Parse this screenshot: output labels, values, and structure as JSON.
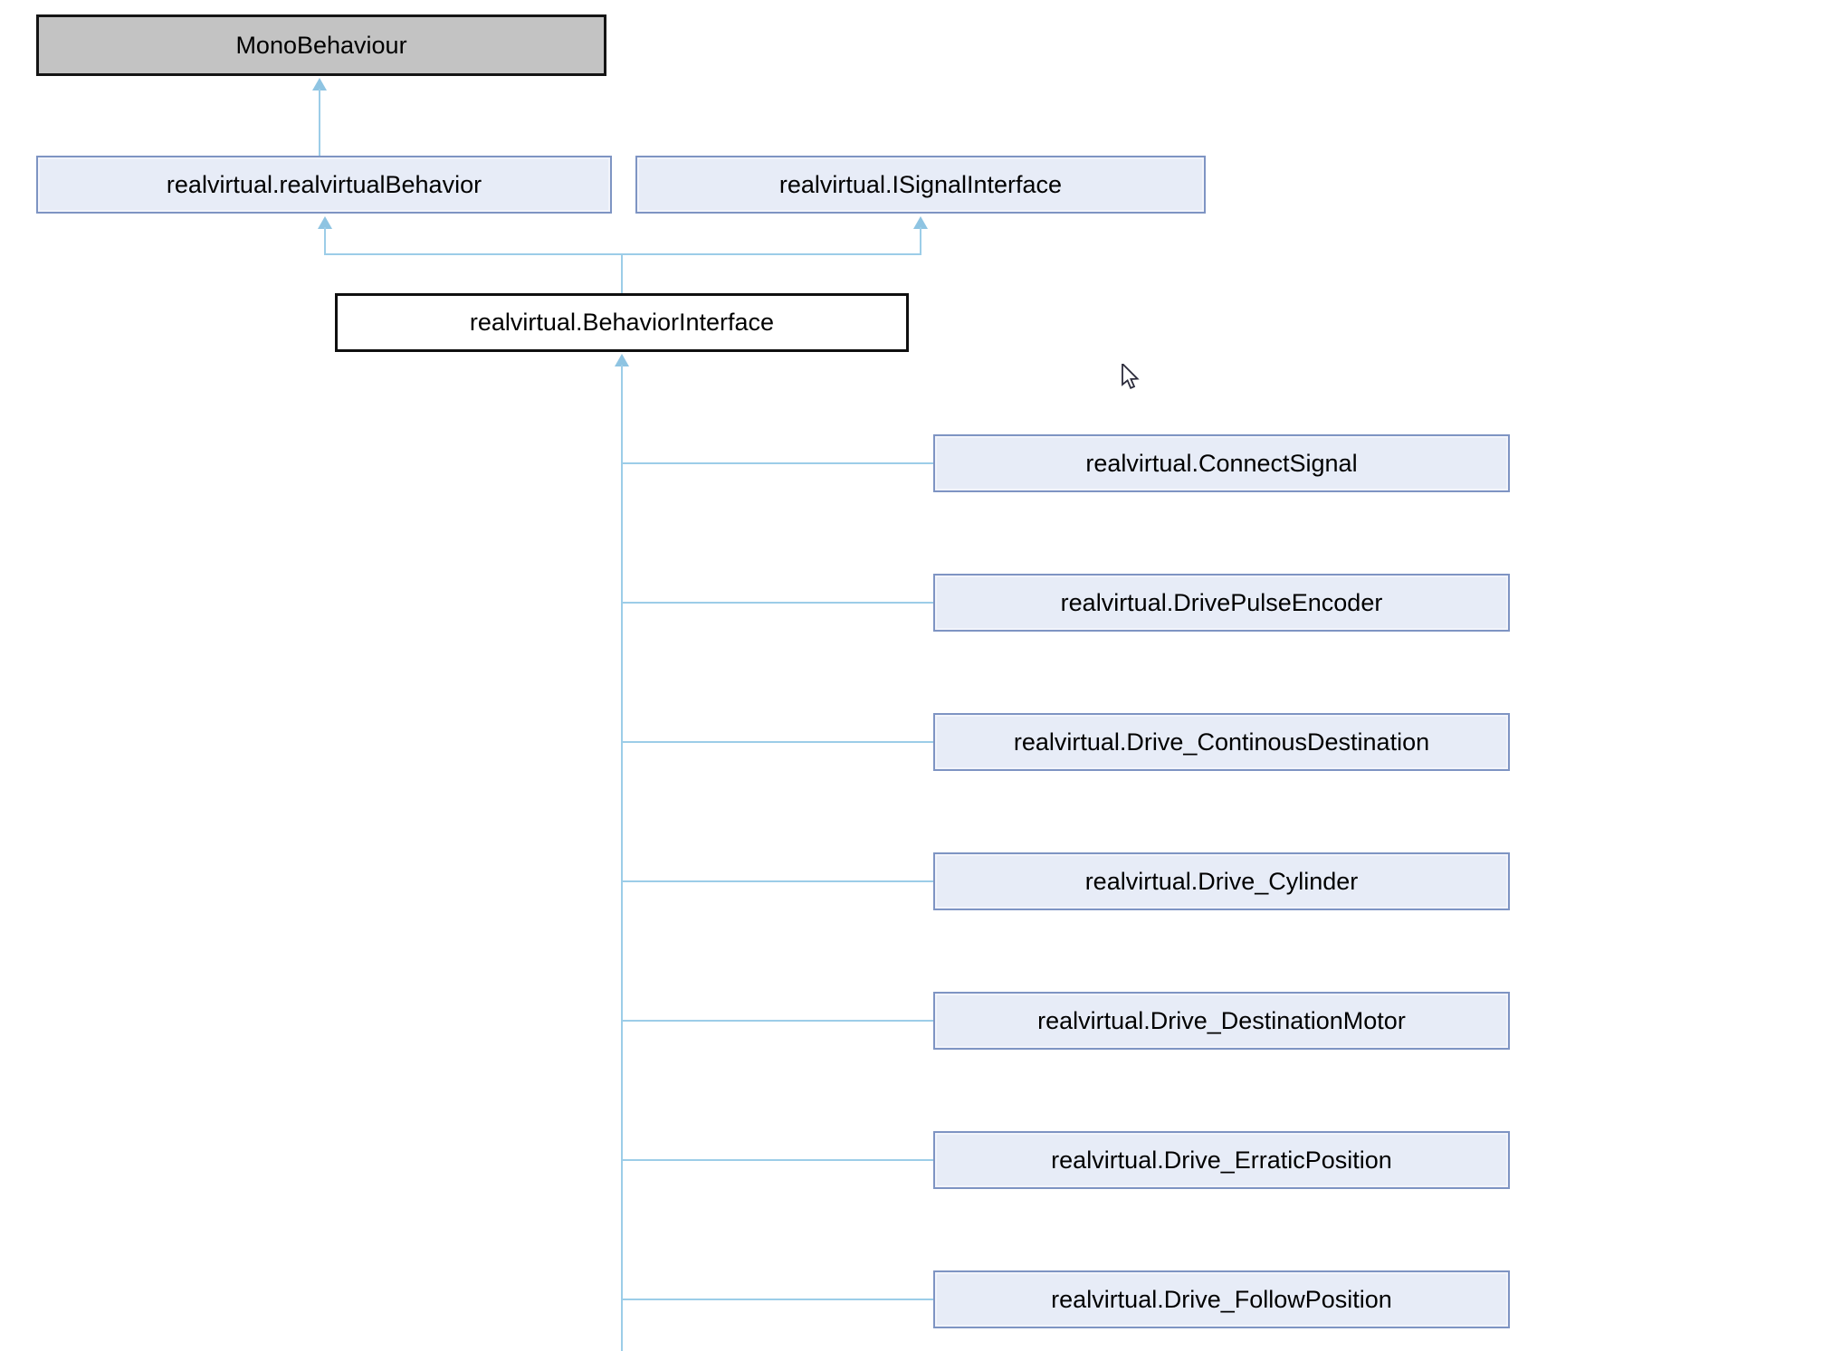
{
  "diagram": {
    "kind": "class-inheritance-graph",
    "nodes": {
      "mono": {
        "label": "MonoBehaviour",
        "style": "external",
        "link": false
      },
      "realvirtual_behavior": {
        "label": "realvirtual.realvirtualBehavior",
        "style": "linked",
        "link": true
      },
      "isignal_interface": {
        "label": "realvirtual.ISignalInterface",
        "style": "linked",
        "link": true
      },
      "behavior_interface": {
        "label": "realvirtual.BehaviorInterface",
        "style": "current",
        "link": false
      },
      "connect_signal": {
        "label": "realvirtual.ConnectSignal",
        "style": "linked",
        "link": true
      },
      "drive_pulse_encoder": {
        "label": "realvirtual.DrivePulseEncoder",
        "style": "linked",
        "link": true
      },
      "drive_continous_destination": {
        "label": "realvirtual.Drive_ContinousDestination",
        "style": "linked",
        "link": true
      },
      "drive_cylinder": {
        "label": "realvirtual.Drive_Cylinder",
        "style": "linked",
        "link": true
      },
      "drive_destination_motor": {
        "label": "realvirtual.Drive_DestinationMotor",
        "style": "linked",
        "link": true
      },
      "drive_erratic_position": {
        "label": "realvirtual.Drive_ErraticPosition",
        "style": "linked",
        "link": true
      },
      "drive_follow_position": {
        "label": "realvirtual.Drive_FollowPosition",
        "style": "linked",
        "link": true
      }
    },
    "edges": [
      {
        "from": "realvirtual_behavior",
        "to": "mono"
      },
      {
        "from": "behavior_interface",
        "to": "realvirtual_behavior"
      },
      {
        "from": "behavior_interface",
        "to": "isignal_interface"
      },
      {
        "from": "connect_signal",
        "to": "behavior_interface"
      },
      {
        "from": "drive_pulse_encoder",
        "to": "behavior_interface"
      },
      {
        "from": "drive_continous_destination",
        "to": "behavior_interface"
      },
      {
        "from": "drive_cylinder",
        "to": "behavior_interface"
      },
      {
        "from": "drive_destination_motor",
        "to": "behavior_interface"
      },
      {
        "from": "drive_erratic_position",
        "to": "behavior_interface"
      },
      {
        "from": "drive_follow_position",
        "to": "behavior_interface"
      }
    ],
    "colors": {
      "external_node_fill": "#c3c3c3",
      "external_node_border": "#141414",
      "linked_node_fill": "#e7ecf7",
      "linked_node_border": "#7e94c3",
      "current_node_fill": "#ffffff",
      "current_node_border": "#0f0f0f",
      "edge": "#9ccde8",
      "arrow": "#8ec4e2",
      "text": "#000000",
      "background": "#ffffff"
    },
    "cursor": {
      "type": "arrow-pointer"
    }
  }
}
